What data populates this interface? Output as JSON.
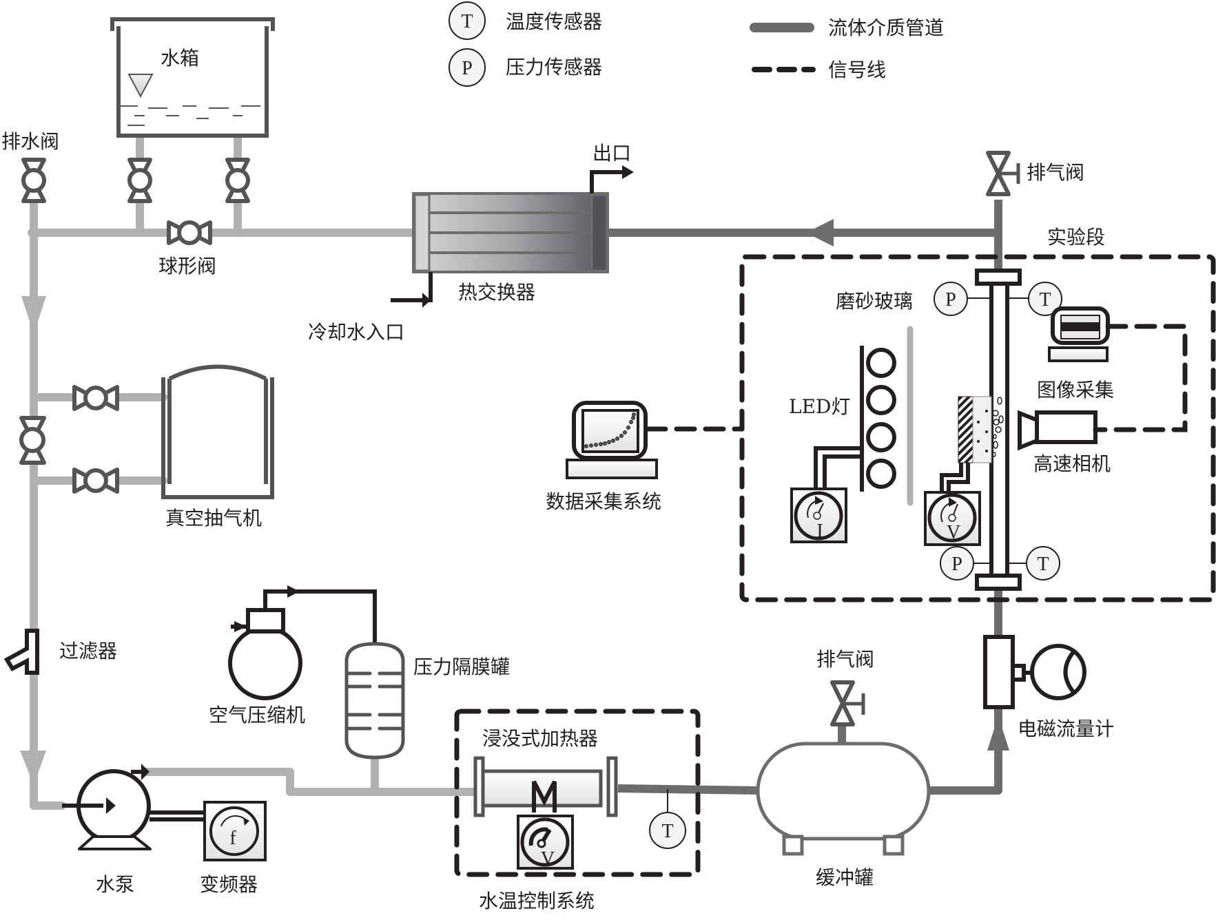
{
  "legend": {
    "temp_sensor_symbol": "T",
    "temp_sensor_label": "温度传感器",
    "pressure_sensor_symbol": "P",
    "pressure_sensor_label": "压力传感器",
    "fluid_pipe_label": "流体介质管道",
    "signal_line_label": "信号线"
  },
  "components": {
    "water_tank": "水箱",
    "drain_valve": "排水阀",
    "globe_valve": "球形阀",
    "heat_exchanger": "热交换器",
    "outlet": "出口",
    "cooling_water_inlet": "冷却水入口",
    "vent_valve_top": "排气阀",
    "test_section": "实验段",
    "frosted_glass": "磨砂玻璃",
    "led_light": "LED灯",
    "image_acquisition": "图像采集",
    "high_speed_camera": "高速相机",
    "data_acquisition": "数据采集系统",
    "vacuum_pump": "真空抽气机",
    "filter": "过滤器",
    "air_compressor": "空气压缩机",
    "pressure_diaphragm_tank": "压力隔膜罐",
    "immersion_heater": "浸没式加热器",
    "water_temp_control": "水温控制系统",
    "vent_valve_buffer": "排气阀",
    "buffer_tank": "缓冲罐",
    "em_flowmeter": "电磁流量计",
    "water_pump": "水泵",
    "frequency_converter": "变频器"
  },
  "meter_symbols": {
    "current": "I",
    "voltage": "V",
    "frequency": "f",
    "heater": "M"
  },
  "colors": {
    "cold_pipe": "#b1b1b1",
    "hot_pipe": "#6d6c6d",
    "line": "#231f20",
    "valve": "#555354"
  }
}
